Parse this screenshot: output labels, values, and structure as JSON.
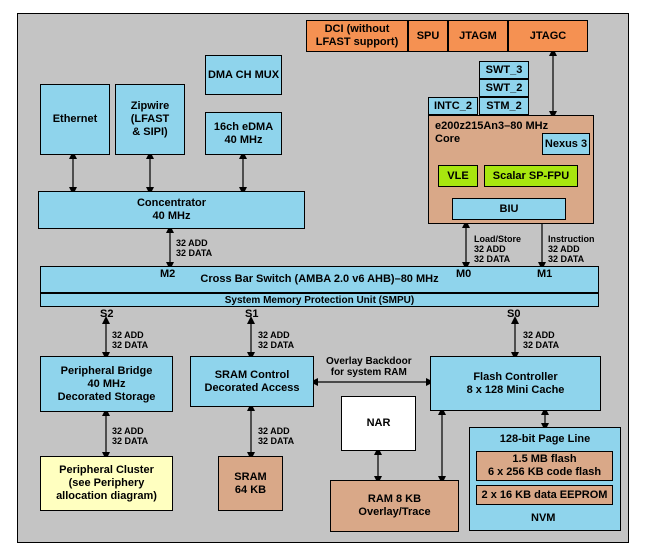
{
  "title": "",
  "blocks": {
    "dci": [
      "DCI (without",
      "LFAST support)"
    ],
    "spu": "SPU",
    "jtagm": "JTAGM",
    "jtagc": "JTAGC",
    "dma_mux": "DMA CH MUX",
    "ethernet": "Ethernet",
    "zipwire": [
      "Zipwire",
      "(LFAST",
      "& SIPI)"
    ],
    "edma": [
      "16ch eDMA",
      "40 MHz"
    ],
    "swt3": "SWT_3",
    "swt2": "SWT_2",
    "intc2": "INTC_2",
    "stm2": "STM_2",
    "core": [
      "e200z215An3–80 MHz",
      "Core"
    ],
    "nexus": "Nexus 3",
    "vle": "VLE",
    "fpu": "Scalar SP-FPU",
    "biu": "BIU",
    "concentrator": [
      "Concentrator",
      "40 MHz"
    ],
    "crossbar": "Cross Bar Switch (AMBA 2.0 v6 AHB)–80 MHz",
    "smpu": "System Memory Protection Unit (SMPU)",
    "periph_bridge": [
      "Peripheral Bridge",
      "40 MHz",
      "Decorated Storage"
    ],
    "sram_ctrl": [
      "SRAM Control",
      "Decorated Access"
    ],
    "flash_ctrl": [
      "Flash Controller",
      "8 x 128 Mini Cache"
    ],
    "nar": "NAR",
    "periph_cluster": [
      "Peripheral Cluster",
      "(see Periphery",
      "allocation diagram)"
    ],
    "sram": [
      "SRAM",
      "64 KB"
    ],
    "ram8": [
      "RAM 8 KB",
      "Overlay/Trace"
    ],
    "nvm_title": "128-bit Page Line",
    "flash": [
      "1.5 MB flash",
      "6 x 256 KB code flash"
    ],
    "eeprom": "2 x 16 KB data EEPROM",
    "nvm": "NVM"
  },
  "ports": {
    "m2": "M2",
    "m0": "M0",
    "m1": "M1",
    "s2": "S2",
    "s1": "S1",
    "s0": "S0"
  },
  "bus_labels": {
    "conc": [
      "32 ADD",
      "32 DATA"
    ],
    "m0": [
      "Load/Store",
      "32 ADD",
      "32 DATA"
    ],
    "m1": [
      "Instruction",
      "32 ADD",
      "32 DATA"
    ],
    "s2": [
      "32 ADD",
      "32 DATA"
    ],
    "s1": [
      "32 ADD",
      "32 DATA"
    ],
    "s0": [
      "32 ADD",
      "32 DATA"
    ],
    "pb": [
      "32 ADD",
      "32 DATA"
    ],
    "sram": [
      "32 ADD",
      "32 DATA"
    ],
    "overlay": [
      "Overlay Backdoor",
      "for system RAM"
    ]
  },
  "colors": {
    "background": "#c4c4c4",
    "blue": "#8fd4ec",
    "orange": "#f59152",
    "tan": "#d9a888",
    "green": "#a8e60f",
    "yellow": "#ffffc0"
  }
}
